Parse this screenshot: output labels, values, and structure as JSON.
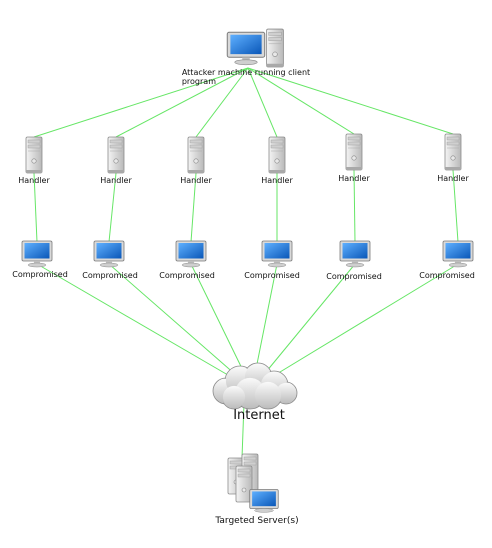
{
  "diagram": {
    "attacker": {
      "label_line1": "Attacker machine running client",
      "label_line2": "program",
      "icon": "workstation-icon"
    },
    "handlers": [
      {
        "label": "Handler"
      },
      {
        "label": "Handler"
      },
      {
        "label": "Handler"
      },
      {
        "label": "Handler"
      },
      {
        "label": "Handler"
      },
      {
        "label": "Handler"
      }
    ],
    "compromised": [
      {
        "label": "Compromised"
      },
      {
        "label": "Compromised"
      },
      {
        "label": "Compromised"
      },
      {
        "label": "Compromised"
      },
      {
        "label": "Compromised"
      },
      {
        "label": "Compromised"
      }
    ],
    "internet": {
      "label": "Internet",
      "icon": "cloud-icon"
    },
    "target": {
      "label": "Targeted Server(s)",
      "icon": "server-cluster-icon"
    },
    "colors": {
      "link": "#66e666",
      "monitor_screen": "#1f7fd6",
      "tower": "#dcdcdc"
    }
  }
}
